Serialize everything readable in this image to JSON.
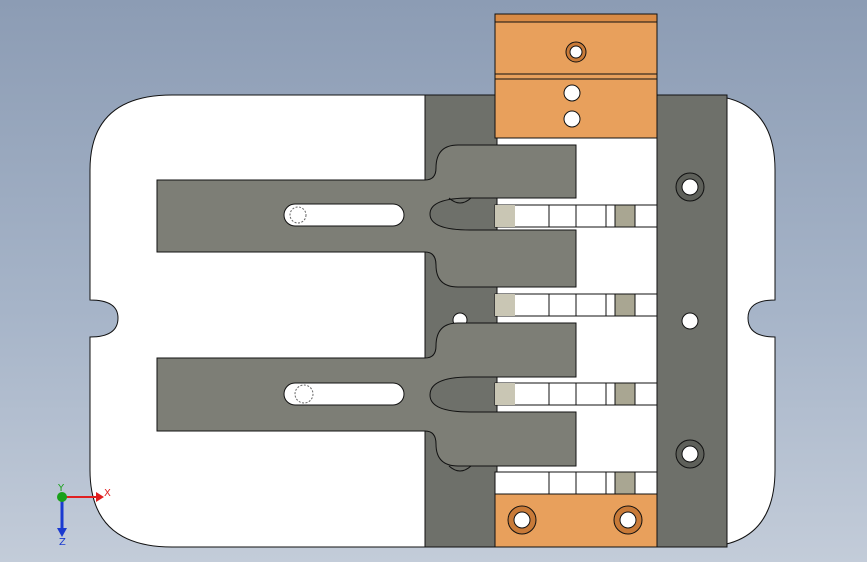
{
  "viewport": {
    "axis_labels": {
      "x": "X",
      "y": "Y",
      "z": "Z"
    }
  },
  "colors": {
    "background_top": "#8c9cb4",
    "background_bottom": "#c3ccd9",
    "base_plate": "#ffffff",
    "dark_steel": "#6e706a",
    "gray_part": "#7d7e76",
    "copper": "#e8a05c",
    "copper_dark": "#c87a38",
    "outline": "#111111",
    "axis_x": "#e02020",
    "axis_y": "#1aa01a",
    "axis_z": "#1a3ad0"
  },
  "icons": {
    "triad": "coordinate-triad-icon"
  }
}
